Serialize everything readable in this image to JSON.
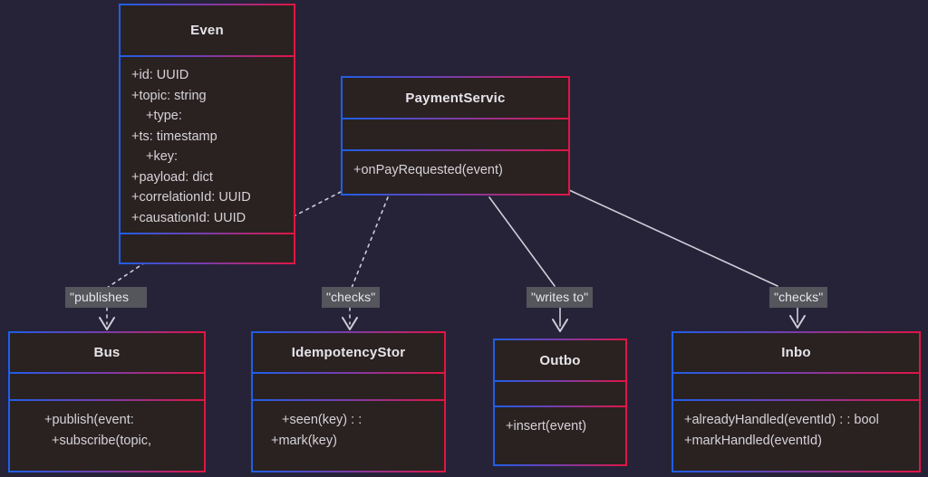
{
  "diagram": {
    "type": "uml-class-diagram",
    "background_color": "#262339",
    "node_fill_color": "#2a2221",
    "border_gradient_from": "#1f5ee8",
    "border_gradient_to": "#e01544",
    "label_background_color": "#54565c",
    "text_color": "#d5d3d9",
    "edge_color": "#cfcdd6"
  },
  "nodes": {
    "event": {
      "name": "Even",
      "attributes": [
        "+id: UUID",
        "+topic: string",
        "+type:",
        "+ts: timestamp",
        "+key:",
        "+payload: dict",
        "+correlationId: UUID",
        "+causationId: UUID"
      ],
      "operations": []
    },
    "payment_service": {
      "name": "PaymentServic",
      "attributes": [],
      "operations": [
        "+onPayRequested(event)"
      ]
    },
    "bus": {
      "name": "Bus",
      "attributes": [],
      "operations": [
        "+publish(event:",
        "+subscribe(topic,"
      ]
    },
    "idempotency_store": {
      "name": "IdempotencyStor",
      "attributes": [],
      "operations": [
        "+seen(key) : :",
        "+mark(key)"
      ]
    },
    "outbox": {
      "name": "Outbo",
      "attributes": [],
      "operations": [
        "+insert(event)"
      ]
    },
    "inbox": {
      "name": "Inbo",
      "attributes": [],
      "operations": [
        "+alreadyHandled(eventId) : : bool",
        "+markHandled(eventId)"
      ]
    }
  },
  "edges": [
    {
      "id": "publishes",
      "label": "\"publishes",
      "from": "event",
      "to": "bus",
      "style": "dashed",
      "arrow": "open"
    },
    {
      "id": "checks-idempotency",
      "label": "\"checks\"",
      "from": "payment_service",
      "to": "idempotency_store",
      "style": "dashed",
      "arrow": "open"
    },
    {
      "id": "writes-to-outbox",
      "label": "\"writes to\"",
      "from": "payment_service",
      "to": "outbox",
      "style": "solid",
      "arrow": "open"
    },
    {
      "id": "checks-inbox",
      "label": "\"checks\"",
      "from": "payment_service",
      "to": "inbox",
      "style": "solid",
      "arrow": "open"
    },
    {
      "id": "payment-service-to-event",
      "label": "",
      "from": "payment_service",
      "to": "event",
      "style": "dashed",
      "arrow": "none"
    }
  ]
}
